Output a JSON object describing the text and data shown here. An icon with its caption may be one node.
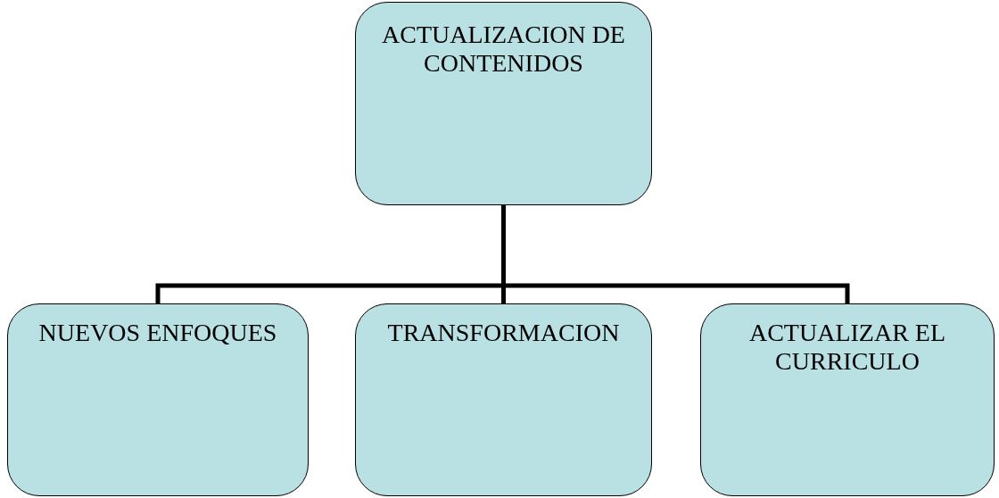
{
  "diagram": {
    "nodes": [
      {
        "text": [
          "ACTUALIZACION DE CONTENIDOS"
        ]
      },
      {
        "text": [
          "NUEVOS ENFOQUES"
        ]
      },
      {
        "text": [
          "TRANSFORMACION"
        ]
      },
      {
        "text": [
          "ACTUALIZAR EL CURRICULO"
        ]
      }
    ],
    "edges": [
      {
        "from": 0,
        "to": 1,
        "arrow": "none"
      },
      {
        "from": 0,
        "to": 2,
        "arrow": "none"
      },
      {
        "from": 0,
        "to": 3,
        "arrow": "none"
      }
    ]
  }
}
